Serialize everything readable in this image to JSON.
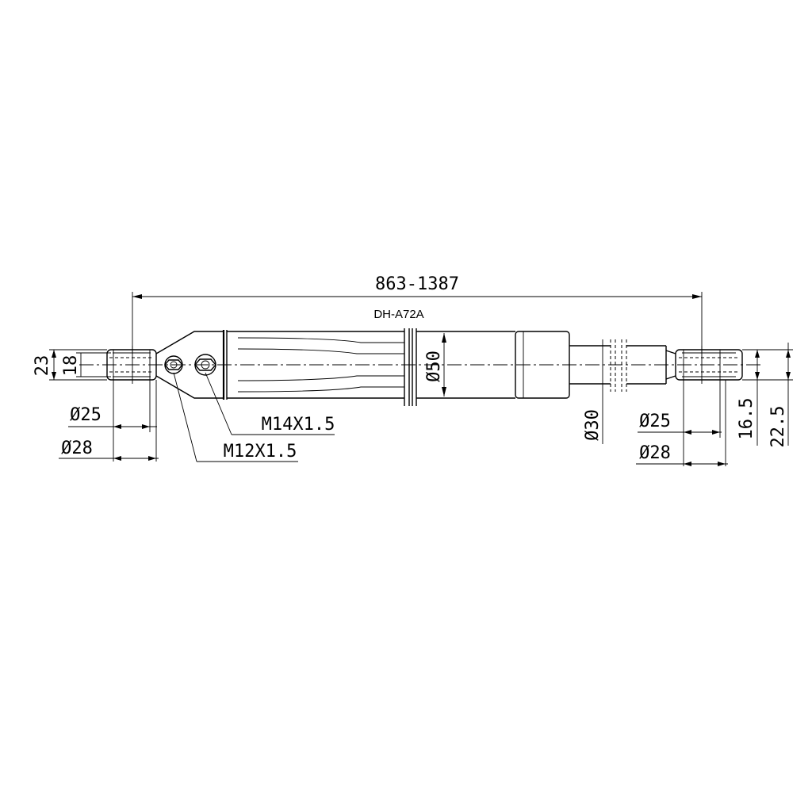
{
  "model": "DH-A72A",
  "dimensions": {
    "overall_length": "863-1387",
    "left_outer_height": "23",
    "left_inner_height": "18",
    "left_bore_inner": "Ø25",
    "left_bore_outer": "Ø28",
    "thread_large": "M14X1.5",
    "thread_small": "M12X1.5",
    "body_diameter": "Ø50",
    "rod_diameter": "Ø30",
    "right_bore_inner": "Ø25",
    "right_bore_outer": "Ø28",
    "right_inner_height": "16.5",
    "right_outer_height": "22.5"
  }
}
